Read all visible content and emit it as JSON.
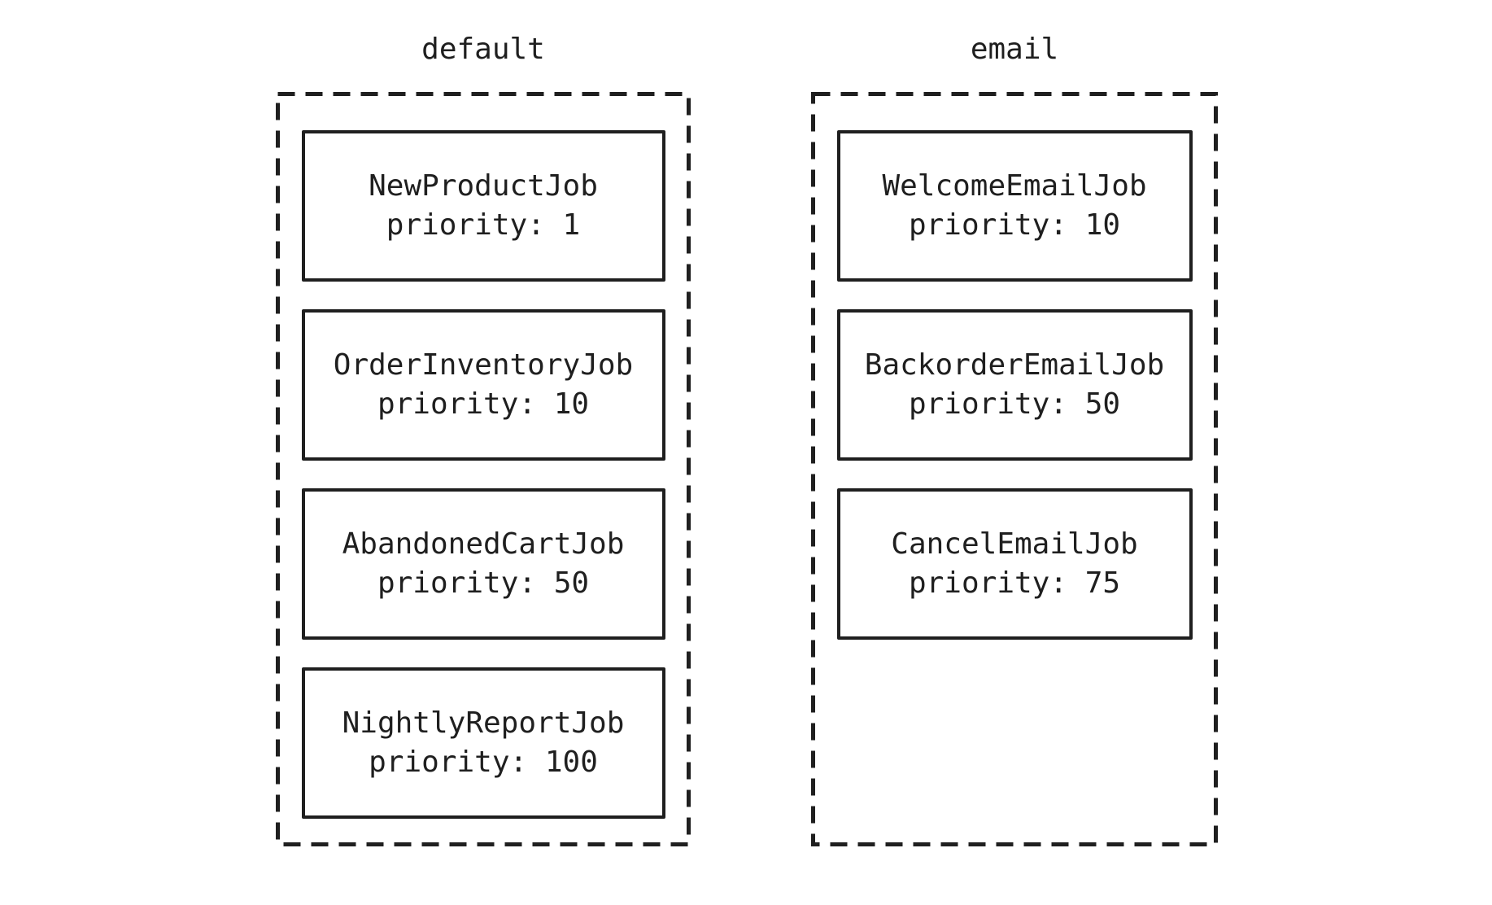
{
  "queues": [
    {
      "name": "default",
      "jobs": [
        {
          "job_class": "NewProductJob",
          "priority_text": "priority: 1"
        },
        {
          "job_class": "OrderInventoryJob",
          "priority_text": "priority: 10"
        },
        {
          "job_class": "AbandonedCartJob",
          "priority_text": "priority: 50"
        },
        {
          "job_class": "NightlyReportJob",
          "priority_text": "priority: 100"
        }
      ]
    },
    {
      "name": "email",
      "jobs": [
        {
          "job_class": "WelcomeEmailJob",
          "priority_text": "priority: 10"
        },
        {
          "job_class": "BackorderEmailJob",
          "priority_text": "priority: 50"
        },
        {
          "job_class": "CancelEmailJob",
          "priority_text": "priority: 75"
        }
      ]
    }
  ],
  "colors": {
    "ink": "#1f1f1f",
    "background": "#ffffff"
  }
}
